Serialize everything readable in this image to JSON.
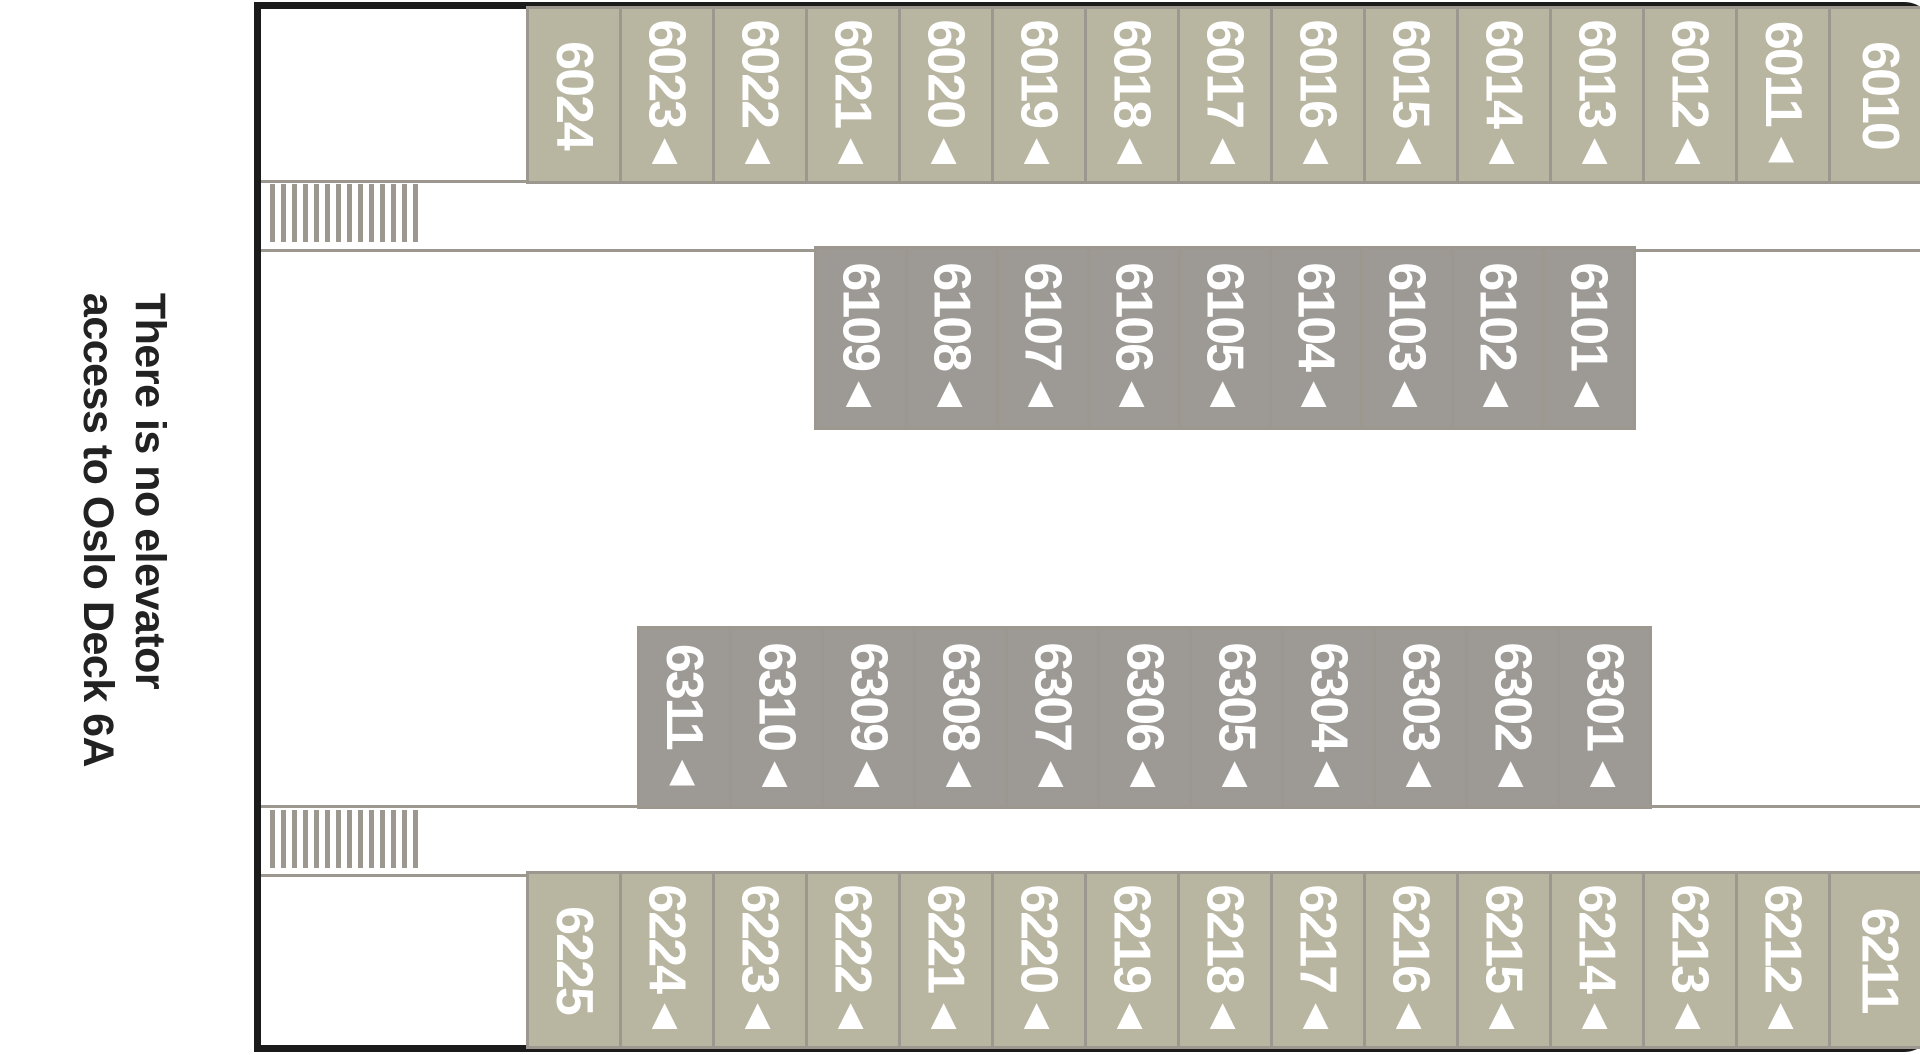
{
  "note": {
    "line1": "There is no elevator",
    "line2": "access to Oslo Deck 6A"
  },
  "colors": {
    "outer_cabin": "#b8b5a0",
    "inner_cabin": "#9d9a95",
    "hull": "#1b1b1b",
    "divider": "#9c9890"
  },
  "icons": {
    "accessible_marker": "triangle-icon"
  },
  "marker_glyph": "▲",
  "rows": [
    {
      "id": "top",
      "style": "tan",
      "cabins": [
        {
          "num": "6024",
          "marker": false
        },
        {
          "num": "6023",
          "marker": true
        },
        {
          "num": "6022",
          "marker": true
        },
        {
          "num": "6021",
          "marker": true
        },
        {
          "num": "6020",
          "marker": true
        },
        {
          "num": "6019",
          "marker": true
        },
        {
          "num": "6018",
          "marker": true
        },
        {
          "num": "6017",
          "marker": true
        },
        {
          "num": "6016",
          "marker": true
        },
        {
          "num": "6015",
          "marker": true
        },
        {
          "num": "6014",
          "marker": true
        },
        {
          "num": "6013",
          "marker": true
        },
        {
          "num": "6012",
          "marker": true
        },
        {
          "num": "6011",
          "marker": true
        },
        {
          "num": "6010",
          "marker": false
        }
      ]
    },
    {
      "id": "upper-mid",
      "style": "grey",
      "cabins": [
        {
          "num": "6109",
          "marker": true
        },
        {
          "num": "6108",
          "marker": true
        },
        {
          "num": "6107",
          "marker": true
        },
        {
          "num": "6106",
          "marker": true
        },
        {
          "num": "6105",
          "marker": true
        },
        {
          "num": "6104",
          "marker": true
        },
        {
          "num": "6103",
          "marker": true
        },
        {
          "num": "6102",
          "marker": true
        },
        {
          "num": "6101",
          "marker": true
        }
      ]
    },
    {
      "id": "lower-mid",
      "style": "grey",
      "cabins": [
        {
          "num": "6311",
          "marker": true
        },
        {
          "num": "6310",
          "marker": true
        },
        {
          "num": "6309",
          "marker": true
        },
        {
          "num": "6308",
          "marker": true
        },
        {
          "num": "6307",
          "marker": true
        },
        {
          "num": "6306",
          "marker": true
        },
        {
          "num": "6305",
          "marker": true
        },
        {
          "num": "6304",
          "marker": true
        },
        {
          "num": "6303",
          "marker": true
        },
        {
          "num": "6302",
          "marker": true
        },
        {
          "num": "6301",
          "marker": true
        }
      ]
    },
    {
      "id": "bottom",
      "style": "tan",
      "cabins": [
        {
          "num": "6225",
          "marker": false
        },
        {
          "num": "6224",
          "marker": true
        },
        {
          "num": "6223",
          "marker": true
        },
        {
          "num": "6222",
          "marker": true
        },
        {
          "num": "6221",
          "marker": true
        },
        {
          "num": "6220",
          "marker": true
        },
        {
          "num": "6219",
          "marker": true
        },
        {
          "num": "6218",
          "marker": true
        },
        {
          "num": "6217",
          "marker": true
        },
        {
          "num": "6216",
          "marker": true
        },
        {
          "num": "6215",
          "marker": true
        },
        {
          "num": "6214",
          "marker": true
        },
        {
          "num": "6213",
          "marker": true
        },
        {
          "num": "6212",
          "marker": true
        },
        {
          "num": "6211",
          "marker": false
        }
      ]
    }
  ]
}
